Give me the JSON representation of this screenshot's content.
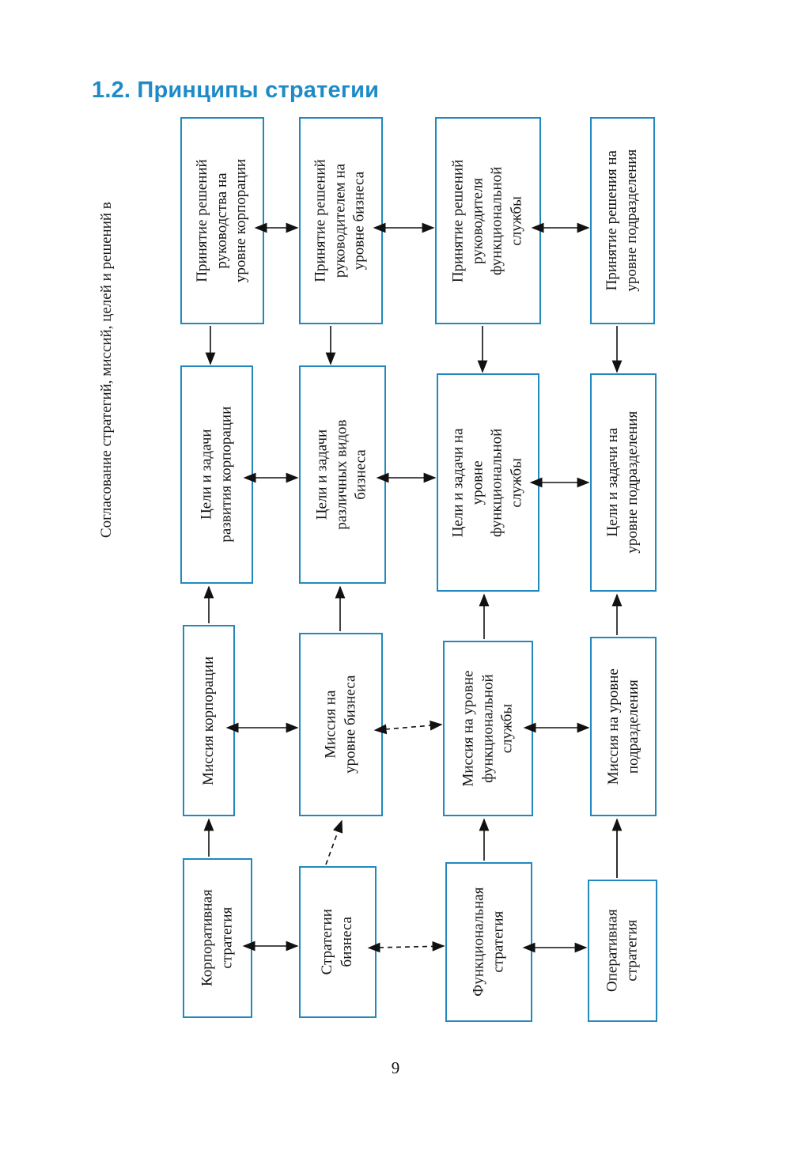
{
  "document": {
    "heading": "1.2. Принципы стратегии",
    "page_number": "9",
    "side_caption": "Согласование стратегий, миссий, целей и решений в",
    "accent_color": "#1e8bc8",
    "box_border_color": "#2189bd",
    "text_color": "#141414"
  },
  "diagram": {
    "type": "matrix-flow",
    "orientation": "vertical-text",
    "rows": [
      {
        "id": "row-decisions",
        "name": "Принятие решений",
        "nodes": [
          {
            "id": "d1",
            "lines": [
              "Принятие решений",
              "руководства на",
              "уровне корпорации"
            ]
          },
          {
            "id": "d2",
            "lines": [
              "Принятие решений",
              "руководителем на",
              "уровне бизнеса"
            ]
          },
          {
            "id": "d3",
            "lines": [
              "Принятие решений",
              "руководителя",
              "функциональной",
              "службы"
            ]
          },
          {
            "id": "d4",
            "lines": [
              "Принятие решения на",
              "уровне подразделения"
            ]
          }
        ]
      },
      {
        "id": "row-goals",
        "name": "Цели и задачи",
        "nodes": [
          {
            "id": "g1",
            "lines": [
              "Цели и задачи",
              "развития корпорации"
            ]
          },
          {
            "id": "g2",
            "lines": [
              "Цели и задачи",
              "различных видов",
              "бизнеса"
            ]
          },
          {
            "id": "g3",
            "lines": [
              "Цели и задачи на",
              "уровне",
              "функциональной",
              "службы"
            ]
          },
          {
            "id": "g4",
            "lines": [
              "Цели и задачи на",
              "уровне подразделения"
            ]
          }
        ]
      },
      {
        "id": "row-missions",
        "name": "Миссия",
        "nodes": [
          {
            "id": "m1",
            "lines": [
              "Миссия корпорации"
            ]
          },
          {
            "id": "m2",
            "lines": [
              "Миссия на",
              "уровне бизнеса"
            ]
          },
          {
            "id": "m3",
            "lines": [
              "Миссия на уровне",
              "функциональной",
              "службы"
            ]
          },
          {
            "id": "m4",
            "lines": [
              "Миссия на уровне",
              "подразделения"
            ]
          }
        ]
      },
      {
        "id": "row-strategies",
        "name": "Стратегии",
        "nodes": [
          {
            "id": "s1",
            "lines": [
              "Корпоративная",
              "стратегия"
            ]
          },
          {
            "id": "s2",
            "lines": [
              "Стратегии",
              "бизнеса"
            ]
          },
          {
            "id": "s3",
            "lines": [
              "Функциональная",
              "стратегия"
            ]
          },
          {
            "id": "s4",
            "lines": [
              "Оперативная",
              "стратегия"
            ]
          }
        ]
      }
    ],
    "connectors": {
      "horizontal_bidirectional": [
        {
          "from": "d1",
          "to": "d2",
          "style": "solid"
        },
        {
          "from": "d2",
          "to": "d3",
          "style": "solid"
        },
        {
          "from": "d3",
          "to": "d4",
          "style": "solid"
        },
        {
          "from": "g1",
          "to": "g2",
          "style": "solid"
        },
        {
          "from": "g2",
          "to": "g3",
          "style": "solid"
        },
        {
          "from": "g3",
          "to": "g4",
          "style": "solid"
        },
        {
          "from": "m1",
          "to": "m2",
          "style": "solid"
        },
        {
          "from": "m2",
          "to": "m3",
          "style": "dashed"
        },
        {
          "from": "m3",
          "to": "m4",
          "style": "solid"
        },
        {
          "from": "s1",
          "to": "s2",
          "style": "solid"
        },
        {
          "from": "s2",
          "to": "s3",
          "style": "dashed"
        },
        {
          "from": "s3",
          "to": "s4",
          "style": "solid"
        }
      ],
      "vertical_down": [
        {
          "from": "d1",
          "to": "g1"
        },
        {
          "from": "d2",
          "to": "g2"
        },
        {
          "from": "d3",
          "to": "g3"
        },
        {
          "from": "d4",
          "to": "g4"
        }
      ],
      "vertical_up": [
        {
          "from": "m1",
          "to": "g1"
        },
        {
          "from": "m2",
          "to": "g2"
        },
        {
          "from": "m3",
          "to": "g3"
        },
        {
          "from": "m4",
          "to": "g4"
        },
        {
          "from": "s1",
          "to": "m1"
        },
        {
          "from": "s2",
          "to": "m2",
          "style": "dashed"
        },
        {
          "from": "s3",
          "to": "m3"
        },
        {
          "from": "s4",
          "to": "m4"
        }
      ]
    }
  }
}
